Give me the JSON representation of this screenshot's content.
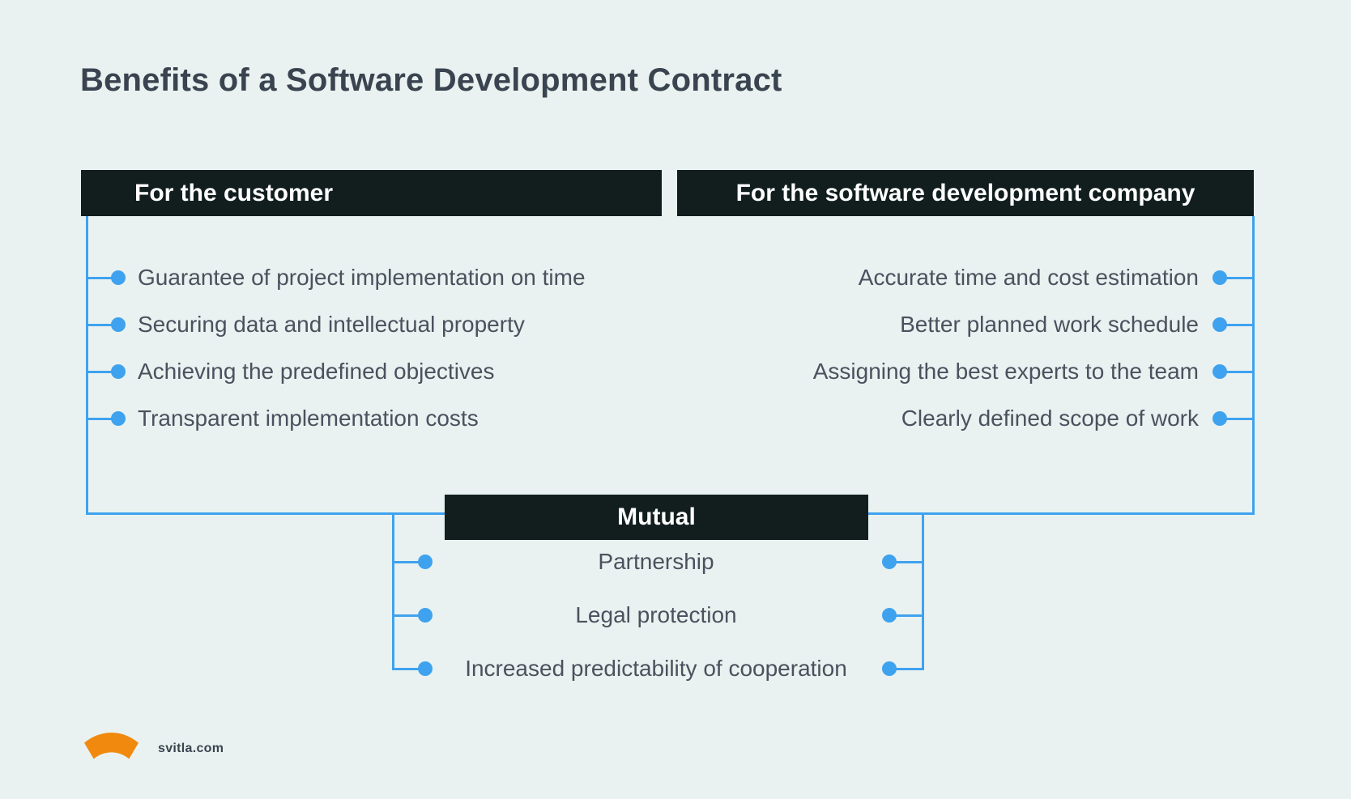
{
  "title": "Benefits of a Software Development Contract",
  "colors": {
    "background": "#E9F2F0",
    "header_bar": "#121E1E",
    "accent_blue": "#3FA2EF",
    "title_text": "#3A4450",
    "item_text": "#49525E",
    "logo_orange": "#F1890E"
  },
  "customer": {
    "header": "For the customer",
    "items": [
      "Guarantee of project implementation on time",
      "Securing data and intellectual property",
      "Achieving the predefined objectives",
      "Transparent implementation costs"
    ]
  },
  "company": {
    "header": "For the software development company",
    "items": [
      "Accurate time and cost estimation",
      "Better planned work schedule",
      "Assigning the best experts to the team",
      "Clearly defined scope of work"
    ]
  },
  "mutual": {
    "header": "Mutual",
    "items": [
      "Partnership",
      "Legal protection",
      "Increased predictability of cooperation"
    ]
  },
  "footer": {
    "logo_text": "svitla.com",
    "logo_icon": "svitla-fan-icon"
  }
}
